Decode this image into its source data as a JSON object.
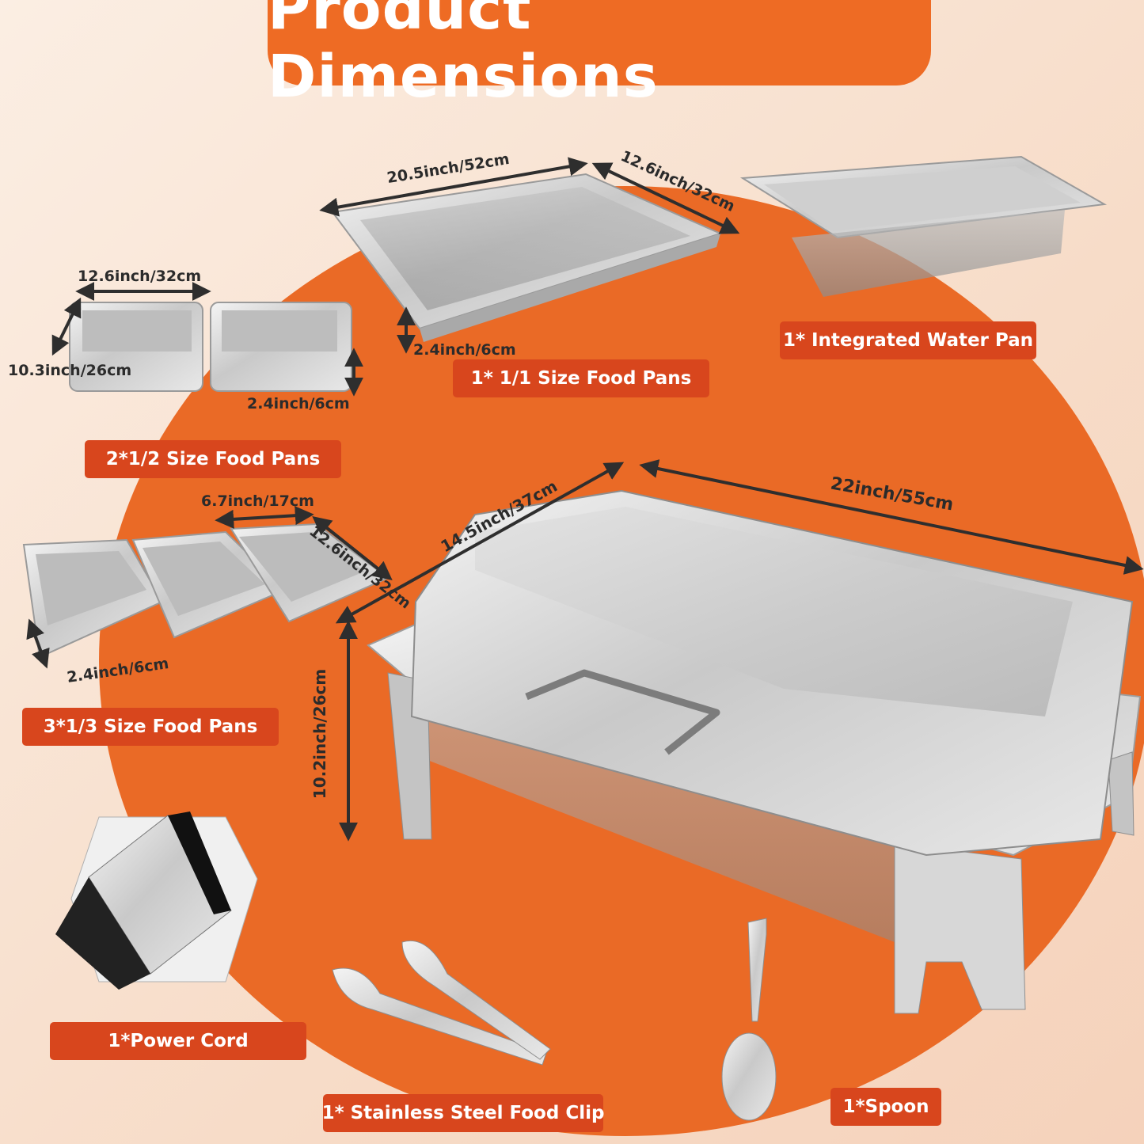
{
  "title": "Product Dimensions",
  "colors": {
    "accent": "#ee6b24",
    "label_bg": "#d8461d",
    "circle": "#ea6a26"
  },
  "labels": {
    "full_pan": "1* 1/1 Size Food Pans",
    "water_pan": "1* Integrated Water Pan",
    "half_pans": "2*1/2 Size Food Pans",
    "third_pans": "3*1/3 Size Food Pans",
    "power_cord": "1*Power Cord",
    "food_clip": "1* Stainless Steel Food Clip",
    "spoon": "1*Spoon"
  },
  "dimensions": {
    "full_length": "20.5inch/52cm",
    "full_width": "12.6inch/32cm",
    "full_depth": "2.4inch/6cm",
    "half_length": "12.6inch/32cm",
    "half_width": "10.3inch/26cm",
    "half_depth": "2.4inch/6cm",
    "third_width": "6.7inch/17cm",
    "third_length": "12.6inch/32cm",
    "third_depth": "2.4inch/6cm",
    "dish_width": "14.5inch/37cm",
    "dish_length": "22inch/55cm",
    "dish_height": "10.2inch/26cm"
  }
}
